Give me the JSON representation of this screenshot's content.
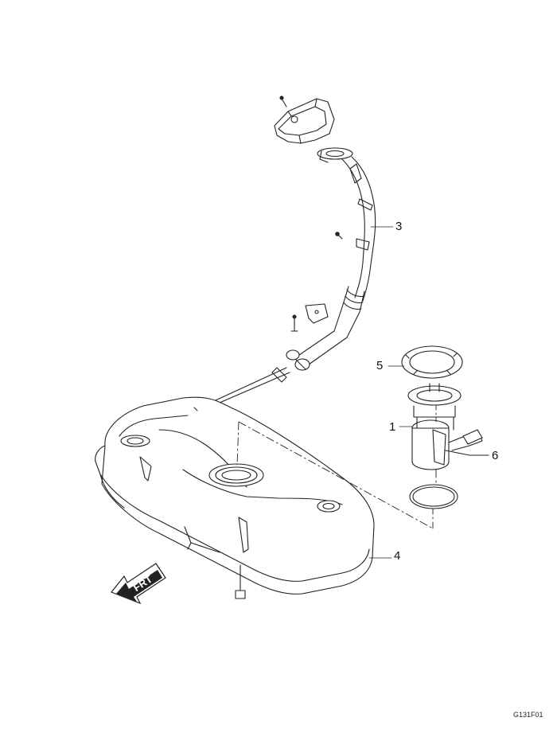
{
  "diagram": {
    "figure_code": "G131F01",
    "direction_label": "FRT",
    "callouts": [
      {
        "id": "c1",
        "number": "1"
      },
      {
        "id": "c3",
        "number": "3"
      },
      {
        "id": "c4",
        "number": "4"
      },
      {
        "id": "c5",
        "number": "5"
      },
      {
        "id": "c6",
        "number": "6"
      }
    ]
  },
  "colors": {
    "line": "#222222",
    "background": "#ffffff"
  }
}
